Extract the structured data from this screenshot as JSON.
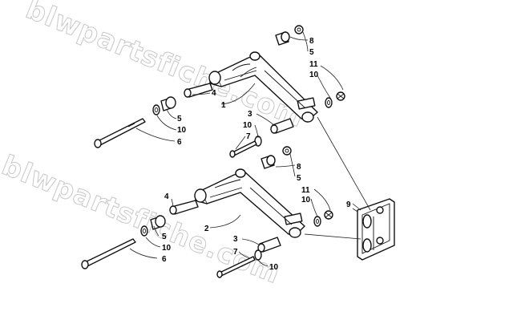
{
  "watermark": {
    "text": "blwpartsfiche.com",
    "color": "#c8c8c8"
  },
  "callouts": {
    "upper": {
      "bushing_top": "8",
      "washer_top": "5",
      "nut_label": "11",
      "washer_right": "10",
      "sleeve": "4",
      "arm": "1",
      "bushing_left": "5",
      "washer_left": "10",
      "bolt": "6",
      "spacer": "3",
      "washer_mid": "10",
      "short_bolt": "7"
    },
    "lower": {
      "bushing_top": "8",
      "washer_top": "5",
      "nut_label": "11",
      "washer_right": "10",
      "sleeve": "4",
      "arm": "2",
      "bushing_left": "5",
      "washer_left": "10",
      "bolt": "6",
      "spacer": "3",
      "short_bolt": "7",
      "washer_bottom": "10"
    },
    "bracket": "9"
  },
  "colors": {
    "line": "#111111",
    "background": "#ffffff"
  }
}
